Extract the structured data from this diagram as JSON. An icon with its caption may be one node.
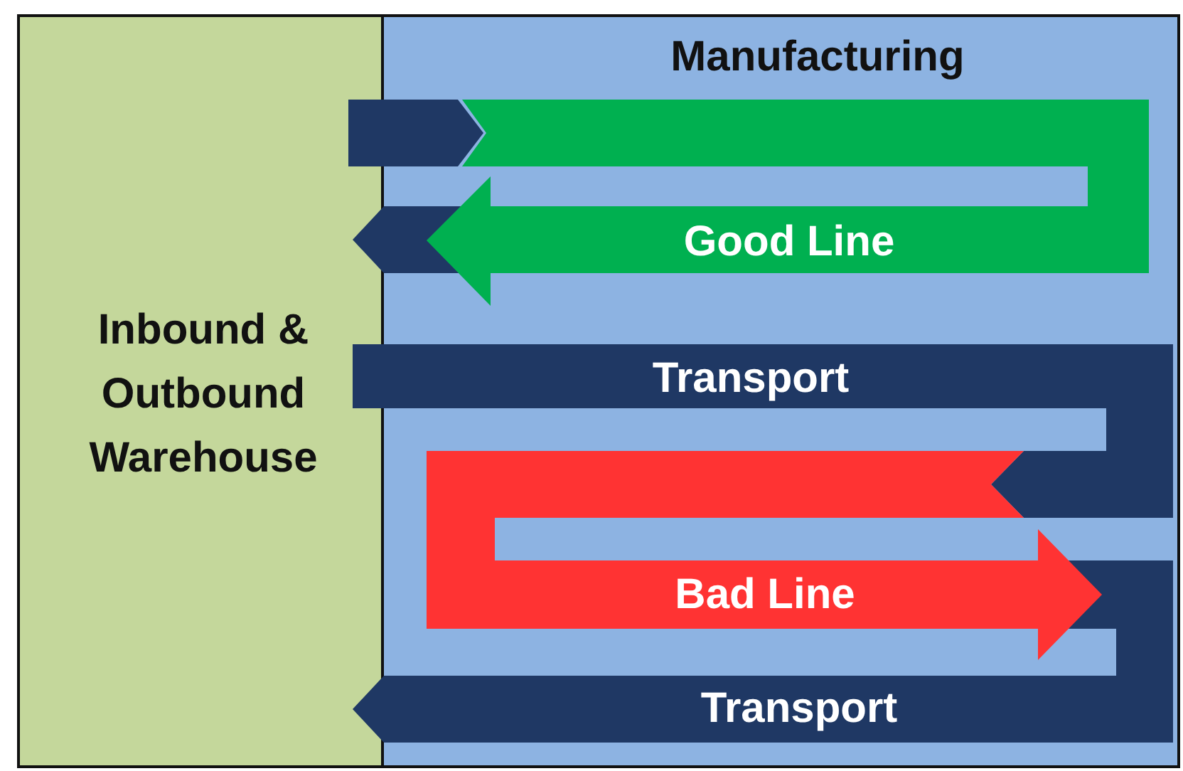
{
  "diagram": {
    "nodes": [
      {
        "text": [
          "Inbound & Outbound Warehouse"
        ]
      },
      {
        "text": [
          "Manufacturing"
        ]
      },
      {
        "text": [
          "Good Line"
        ],
        "in": 1
      },
      {
        "text": [
          "Transport"
        ],
        "in": 1
      },
      {
        "text": [
          "Bad Line"
        ],
        "in": 1
      },
      {
        "text": [
          "Transport"
        ],
        "in": 1
      }
    ]
  }
}
